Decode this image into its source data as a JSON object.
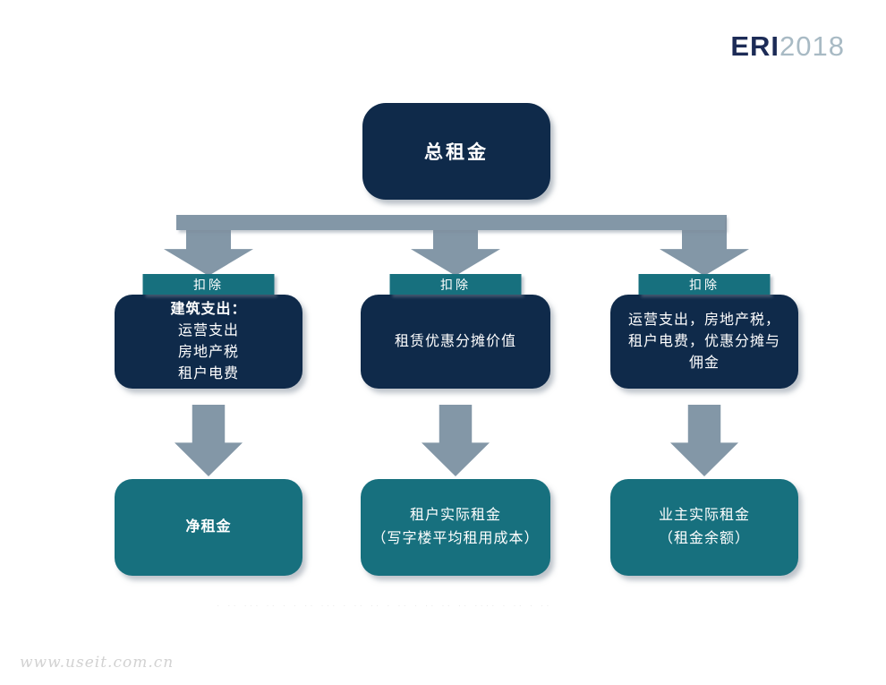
{
  "theme": {
    "navy": "#0f2a4a",
    "teal": "#17707e",
    "arrow": "#8397a7",
    "logo_navy": "#1c2b56",
    "logo_gray": "#a8bac4",
    "watermark_gray": "#d2d2d2",
    "footnote_gray": "#ebebeb"
  },
  "logo": {
    "brand": "ERI",
    "year": "2018"
  },
  "top_box": {
    "label": "总租金"
  },
  "columns": [
    {
      "deduct_label": "扣除",
      "box": {
        "title": "建筑支出：",
        "lines": [
          "运营支出",
          "房地产税",
          "租户电费"
        ]
      },
      "result": {
        "title": "净租金",
        "subtitle": ""
      }
    },
    {
      "deduct_label": "扣除",
      "box": {
        "title": "",
        "lines": [
          "租赁优惠分摊价值"
        ]
      },
      "result": {
        "title": "租户实际租金",
        "subtitle": "（写字楼平均租用成本）"
      }
    },
    {
      "deduct_label": "扣除",
      "box": {
        "title": "",
        "lines": [
          "运营支出，房地产税，",
          "租户电费，优惠分摊与",
          "佣金"
        ]
      },
      "result": {
        "title": "业主实际租金",
        "subtitle": "（租金余额）"
      }
    }
  ],
  "footnote": "· ·· ··· ··  ·  · ·· ··· ·  ·· ·· ·  ·· · ·· ··  ·· ···· ·  ·· · ··",
  "watermark": "www.useit.com.cn"
}
